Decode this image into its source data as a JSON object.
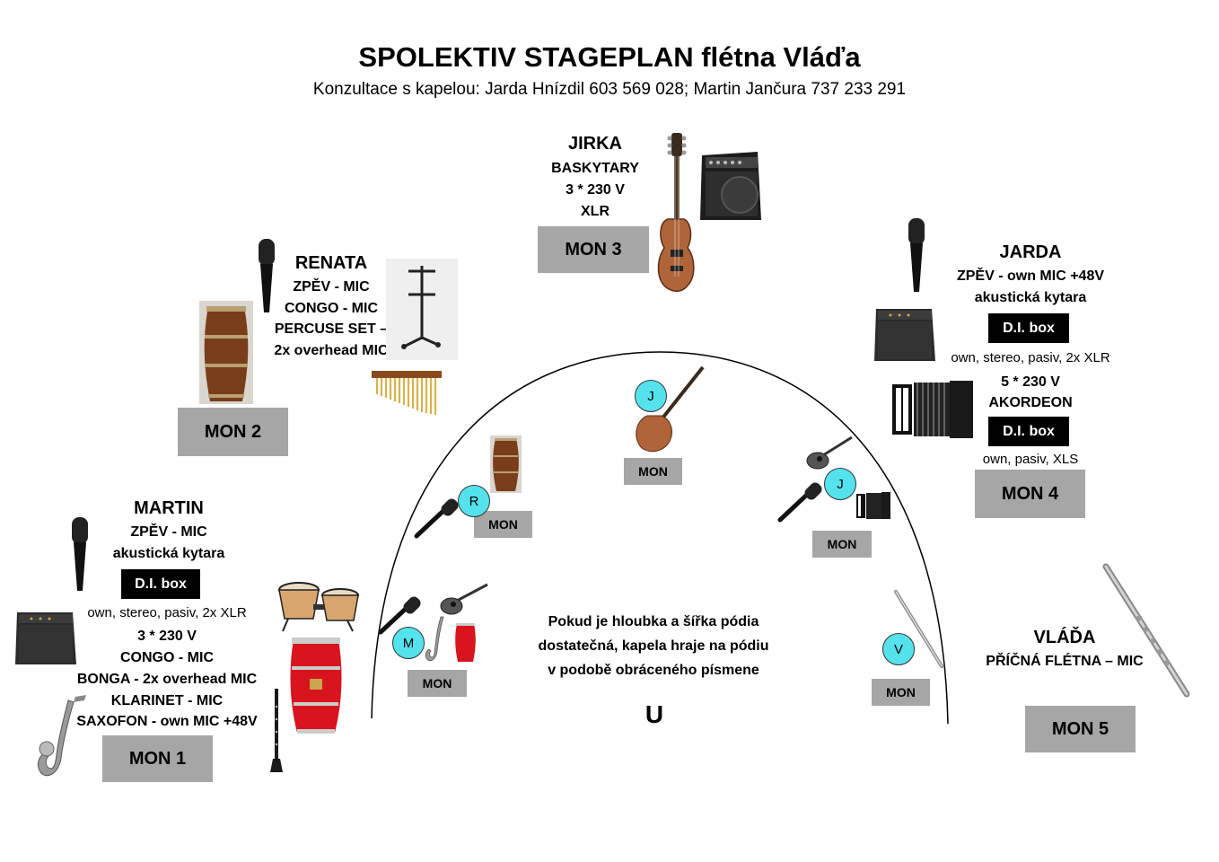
{
  "title": "SPOLEKTIV STAGEPLAN flétna Vláďa",
  "subtitle": "Konzultace s kapelou: Jarda Hnízdil 603 569 028; Martin Jančura 737 233 291",
  "jirka": {
    "name": "JIRKA",
    "line1": "BASKYTARY",
    "line2": "3 * 230 V",
    "line3": "XLR",
    "mon": "MON 3"
  },
  "renata": {
    "name": "RENATA",
    "line1": "ZPĚV - MIC",
    "line2": "CONGO - MIC",
    "line3": "PERCUSE SET –",
    "line4": "2x overhead MIC",
    "mon": "MON 2"
  },
  "jarda": {
    "name": "JARDA",
    "line1": "ZPĚV - own MIC +48V",
    "line2": "akustická kytara",
    "di1": "D.I. box",
    "note1": "own, stereo, pasiv, 2x XLR",
    "line3": "5 * 230 V",
    "line4": "AKORDEON",
    "di2": "D.I. box",
    "note2": "own, pasiv, XLS",
    "mon": "MON 4"
  },
  "martin": {
    "name": "MARTIN",
    "line1": "ZPĚV - MIC",
    "line2": "akustická kytara",
    "di": "D.I. box",
    "note": "own, stereo, pasiv, 2x XLR",
    "line3": "3 * 230 V",
    "line4": "CONGO - MIC",
    "line5": "BONGA - 2x overhead MIC",
    "line6": "KLARINET - MIC",
    "line7": "SAXOFON - own MIC +48V",
    "mon": "MON 1"
  },
  "vlada": {
    "name": "VLÁĎA",
    "line1": "PŘÍČNÁ FLÉTNA – MIC",
    "mon": "MON 5"
  },
  "stage": {
    "text1": "Pokud je hloubka a šířka pódia",
    "text2": "dostatečná, kapela hraje na pódiu",
    "text3": "v podobě obráceného písmene",
    "letter": "U",
    "mon_small": "MON",
    "markers": {
      "j1": "J",
      "r": "R",
      "j2": "J",
      "m": "M",
      "v": "V"
    }
  },
  "icons": [
    "microphone-icon",
    "conga-icon",
    "bass-guitar-icon",
    "bass-amp-icon",
    "acoustic-amp-icon",
    "accordion-icon",
    "acoustic-guitar-icon",
    "saxophone-icon",
    "clarinet-icon",
    "bongo-icon",
    "flute-icon",
    "chimes-icon",
    "percussion-stand-icon"
  ],
  "colors": {
    "monitor": "#a6a6a6",
    "marker": "#54e3ec",
    "conga_red": "#d8141c",
    "conga_brown": "#7a3d1a"
  }
}
